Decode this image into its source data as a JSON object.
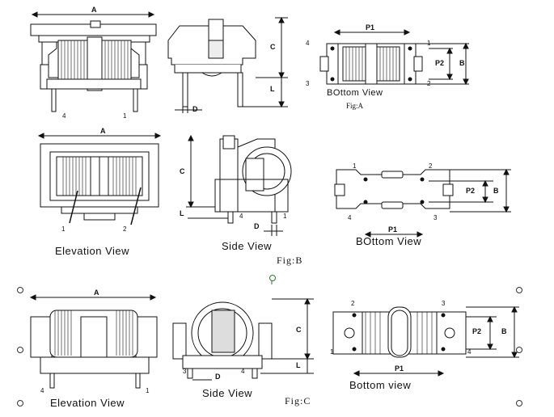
{
  "figures": {
    "a": {
      "caption": "Fig:A",
      "bottom_view": "BOttom View",
      "dims": {
        "A": "A",
        "C": "C",
        "L": "L",
        "D": "D",
        "P1": "P1",
        "P2": "P2",
        "B": "B"
      },
      "pins": {
        "front_left": "4",
        "front_right": "1",
        "b1": "1",
        "b2": "2",
        "b3": "3",
        "b4": "4"
      }
    },
    "b": {
      "caption": "Fig:B",
      "elevation_view": "Elevation View",
      "side_view": "Side View",
      "bottom_view": "BOttom View",
      "dims": {
        "A": "A",
        "C": "C",
        "L": "L",
        "D": "D",
        "P1": "P1",
        "P2": "P2",
        "B": "B"
      },
      "pins": {
        "e1": "1",
        "e2": "2",
        "s4": "4",
        "s1": "1",
        "b1": "1",
        "b2": "2",
        "b3": "3",
        "b4": "4"
      }
    },
    "c": {
      "caption": "Fig:C",
      "elevation_view": "Elevation View",
      "side_view": "Side View",
      "bottom_view": "Bottom view",
      "dims": {
        "A": "A",
        "C": "C",
        "L": "L",
        "D": "D",
        "P1": "P1",
        "P2": "P2",
        "B": "B"
      },
      "pins": {
        "e4": "4",
        "e1": "1",
        "s3": "3",
        "s4": "4",
        "b2": "2",
        "b3": "3",
        "b1": "1",
        "b4": "4"
      }
    }
  }
}
